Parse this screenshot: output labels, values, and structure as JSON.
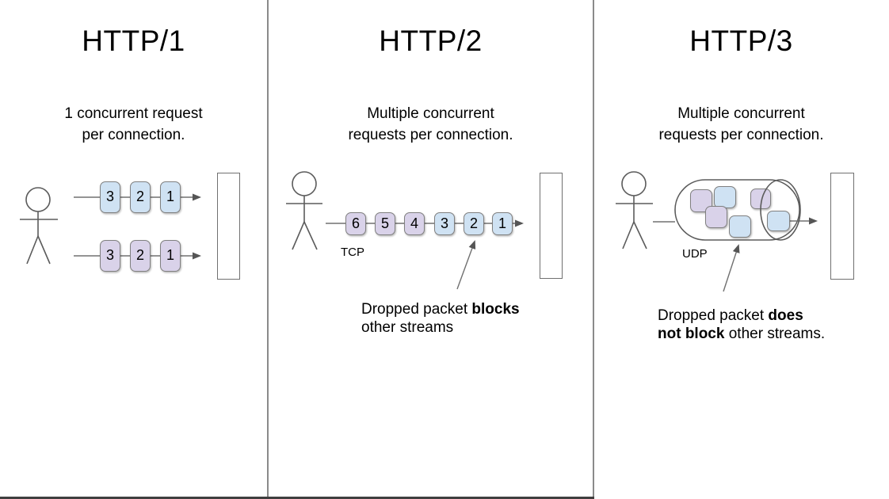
{
  "colors": {
    "packet_blue": "#cfe2f3",
    "packet_purple": "#d9d2e9",
    "line_gray": "#707070",
    "divider_gray": "#8a8a8a",
    "text_black": "#000000"
  },
  "panels": [
    {
      "title": "HTTP/1",
      "subtitle": "1 concurrent request\nper connection.",
      "rows": [
        {
          "packets": [
            {
              "label": "3",
              "color": "blue"
            },
            {
              "label": "2",
              "color": "blue"
            },
            {
              "label": "1",
              "color": "blue"
            }
          ]
        },
        {
          "packets": [
            {
              "label": "3",
              "color": "purple"
            },
            {
              "label": "2",
              "color": "purple"
            },
            {
              "label": "1",
              "color": "purple"
            }
          ]
        }
      ]
    },
    {
      "title": "HTTP/2",
      "subtitle": "Multiple concurrent\nrequests per connection.",
      "protocol_label": "TCP",
      "packets": [
        {
          "label": "6",
          "color": "purple"
        },
        {
          "label": "5",
          "color": "purple"
        },
        {
          "label": "4",
          "color": "purple"
        },
        {
          "label": "3",
          "color": "blue"
        },
        {
          "label": "2",
          "color": "blue"
        },
        {
          "label": "1",
          "color": "blue"
        }
      ],
      "annotation": {
        "lines": [
          {
            "segments": [
              {
                "text": "Dropped packet ",
                "bold": false
              },
              {
                "text": "blocks",
                "bold": true
              }
            ]
          },
          {
            "segments": [
              {
                "text": "other streams",
                "bold": false
              }
            ]
          }
        ]
      }
    },
    {
      "title": "HTTP/3",
      "subtitle": "Multiple concurrent\nrequests per connection.",
      "protocol_label": "UDP",
      "packets": [
        {
          "color": "purple"
        },
        {
          "color": "blue"
        },
        {
          "color": "purple"
        },
        {
          "color": "purple"
        },
        {
          "color": "blue"
        },
        {
          "color": "blue"
        }
      ],
      "annotation": {
        "lines": [
          {
            "segments": [
              {
                "text": "Dropped packet ",
                "bold": false
              },
              {
                "text": "does",
                "bold": true
              }
            ]
          },
          {
            "segments": [
              {
                "text": "not block",
                "bold": true
              },
              {
                "text": " other streams.",
                "bold": false
              }
            ]
          }
        ]
      }
    }
  ]
}
